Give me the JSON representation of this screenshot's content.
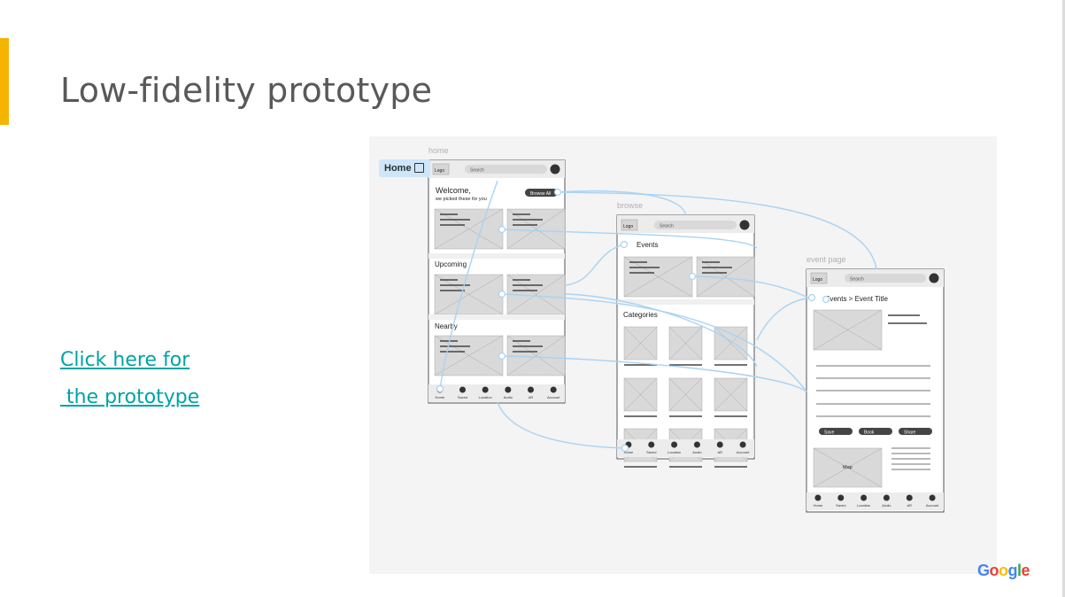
{
  "slide": {
    "title": "Low-fidelity prototype",
    "link_line1": "Click here for",
    "link_line2": " the prototype"
  },
  "prototype": {
    "home_chip": "Home",
    "frames": {
      "home": {
        "caption": "home",
        "logo": "Logo",
        "search": "Search",
        "welcome": "Welcome,",
        "welcome_sub": "we picked these for you",
        "browse_all": "Browse All",
        "sections": [
          "Upcoming",
          "Nearby"
        ]
      },
      "browse": {
        "caption": "browse",
        "logo": "Logo",
        "search": "Search",
        "events": "Events",
        "categories": "Categories"
      },
      "event": {
        "caption": "event page",
        "logo": "Logo",
        "search": "Search",
        "breadcrumb": "Events > Event Title",
        "actions": [
          "Save",
          "Book",
          "Share"
        ],
        "map": "Map"
      }
    },
    "nav_items": [
      "Home",
      "Saved",
      "Location",
      "Audio",
      "AR",
      "Account"
    ]
  },
  "footer": {
    "logo_parts": [
      "G",
      "o",
      "o",
      "g",
      "l",
      "e"
    ]
  },
  "colors": {
    "accent": "#f4b400",
    "link": "#00a3a3",
    "title": "#595959",
    "connector": "#a9d3f2",
    "canvas": "#f4f4f4"
  }
}
